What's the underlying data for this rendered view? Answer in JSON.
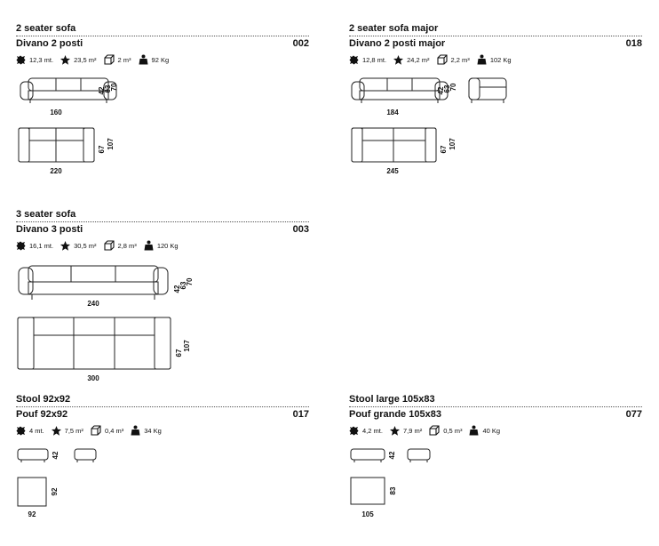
{
  "icons": [
    "fabric-icon",
    "leather-icon",
    "volume-icon",
    "weight-icon"
  ],
  "products": [
    {
      "title_en": "2 seater sofa",
      "title_it": "Divano 2 posti",
      "code": "002",
      "specs": {
        "fabric": "12,3 mt.",
        "leather": "23,5 m²",
        "volume": "2 m³",
        "weight": "92 Kg"
      },
      "dims": {
        "front_width": "160",
        "seat_h": "42",
        "arm_h": "63",
        "height": "70",
        "plan_width": "220",
        "seat_d": "67",
        "depth": "107"
      }
    },
    {
      "title_en": "2 seater sofa major",
      "title_it": "Divano 2 posti major",
      "code": "018",
      "specs": {
        "fabric": "12,8 mt.",
        "leather": "24,2 m²",
        "volume": "2,2 m³",
        "weight": "102 Kg"
      },
      "dims": {
        "front_width": "184",
        "seat_h": "42",
        "arm_h": "63",
        "height": "70",
        "plan_width": "245",
        "seat_d": "67",
        "depth": "107"
      }
    },
    {
      "title_en": "3 seater sofa",
      "title_it": "Divano 3 posti",
      "code": "003",
      "specs": {
        "fabric": "16,1 mt.",
        "leather": "30,5 m²",
        "volume": "2,8 m³",
        "weight": "120 Kg"
      },
      "dims": {
        "front_width": "240",
        "seat_h": "42",
        "arm_h": "63",
        "height": "70",
        "plan_width": "300",
        "seat_d": "67",
        "depth": "107"
      }
    },
    {
      "title_en": "Stool 92x92",
      "title_it": "Pouf 92x92",
      "code": "017",
      "specs": {
        "fabric": "4 mt.",
        "leather": "7,5 m²",
        "volume": "0,4 m³",
        "weight": "34 Kg"
      },
      "dims": {
        "height": "42",
        "depth": "92",
        "width": "92"
      }
    },
    {
      "title_en": "Stool large 105x83",
      "title_it": "Pouf grande 105x83",
      "code": "077",
      "specs": {
        "fabric": "4,2 mt.",
        "leather": "7,9 m²",
        "volume": "0,5 m³",
        "weight": "40 Kg"
      },
      "dims": {
        "height": "42",
        "depth": "83",
        "width": "105"
      }
    }
  ]
}
